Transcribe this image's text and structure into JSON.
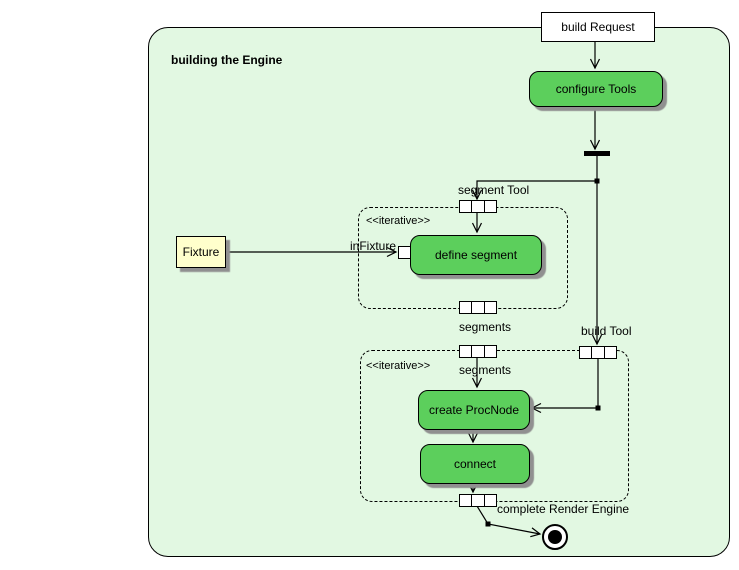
{
  "frame": {
    "title": "building the Engine"
  },
  "actions": {
    "configure_tools": "configure Tools",
    "define_segment": "define segment",
    "create_procnode": "create ProcNode",
    "connect": "connect"
  },
  "objects": {
    "build_request": "build Request",
    "fixture": "Fixture"
  },
  "edge_labels": {
    "segment_tool": "segment Tool",
    "in_fixture": "inFixture",
    "segments_out": "segments",
    "segments_in": "segments",
    "build_tool": "build Tool",
    "complete_render_engine": "complete Render Engine"
  },
  "regions": {
    "region1_stereotype": "<<iterative>>",
    "region2_stereotype": "<<iterative>>"
  },
  "colors": {
    "frame_fill": "#e2f8e2",
    "action_fill": "#5ccf5c",
    "object_fill": "#ffffcc",
    "shadow": "#909090"
  }
}
